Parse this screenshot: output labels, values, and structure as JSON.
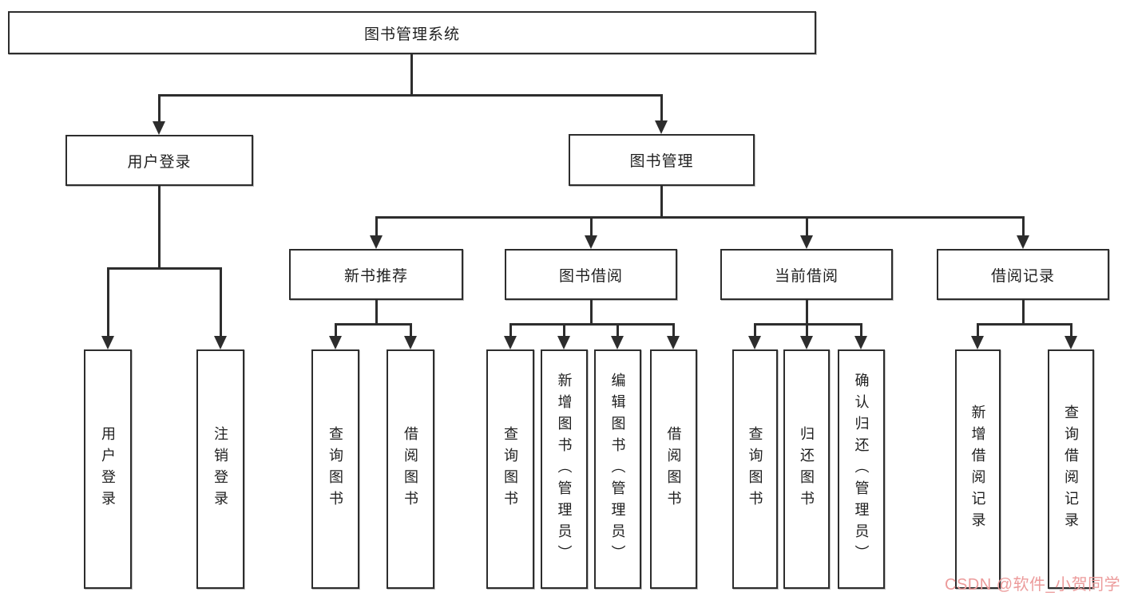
{
  "colors": {
    "line": "#2d2d2d",
    "box_background": "#ffffff",
    "text": "#1f1f1f",
    "watermark": "#ec9b9b"
  },
  "watermark": {
    "text": "CSDN @软件_小贺同学"
  },
  "tree": {
    "root": "图书管理系统",
    "children": [
      {
        "label": "用户登录",
        "children": [
          "用户登录",
          "注销登录"
        ]
      },
      {
        "label": "图书管理",
        "children": [
          {
            "label": "新书推荐",
            "children": [
              "查询图书",
              "借阅图书"
            ]
          },
          {
            "label": "图书借阅",
            "children": [
              "查询图书",
              "新增图书（管理员）",
              "编辑图书（管理员）",
              "借阅图书"
            ]
          },
          {
            "label": "当前借阅",
            "children": [
              "查询图书",
              "归还图书",
              "确认归还（管理员）"
            ]
          },
          {
            "label": "借阅记录",
            "children": [
              "新增借阅记录",
              "查询借阅记录"
            ]
          }
        ]
      }
    ]
  }
}
